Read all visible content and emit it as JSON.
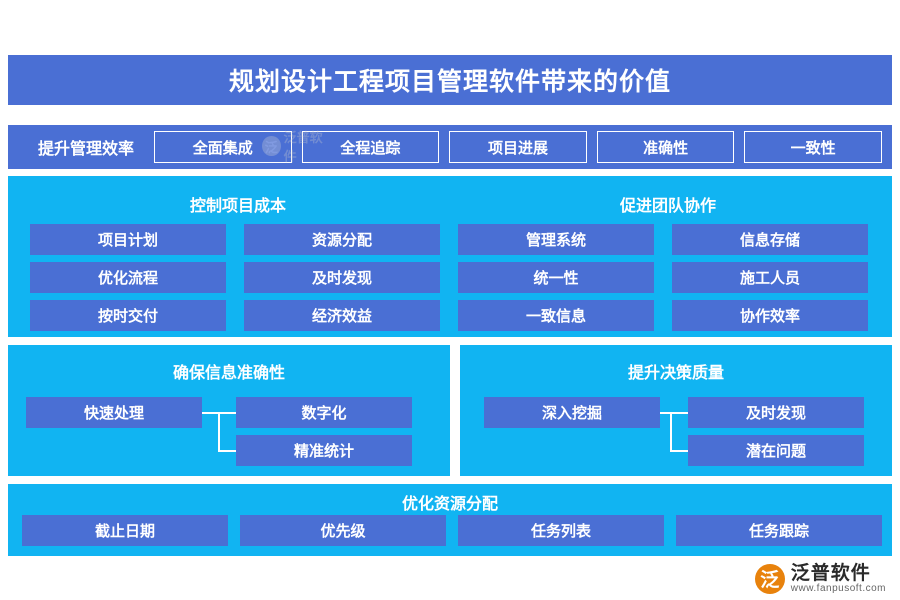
{
  "title": "规划设计工程项目管理软件带来的价值",
  "efficiency_row": {
    "label": "提升管理效率",
    "items": [
      {
        "label": "全面集成"
      },
      {
        "label": "全程追踪"
      },
      {
        "label": "项目进展"
      },
      {
        "label": "准确性"
      },
      {
        "label": "一致性"
      }
    ]
  },
  "panels": [
    {
      "id": "cost",
      "heading": "控制项目成本",
      "columns": [
        [
          "项目计划",
          "优化流程",
          "按时交付"
        ],
        [
          "资源分配",
          "及时发现",
          "经济效益"
        ]
      ]
    },
    {
      "id": "team",
      "heading": "促进团队协作",
      "columns": [
        [
          "管理系统",
          "统一性",
          "一致信息"
        ],
        [
          "信息存储",
          "施工人员",
          "协作效率"
        ]
      ]
    },
    {
      "id": "info",
      "heading": "确保信息准确性",
      "left": "快速处理",
      "right": [
        "数字化",
        "精准统计"
      ]
    },
    {
      "id": "decision",
      "heading": "提升决策质量",
      "left": "深入挖掘",
      "right": [
        "及时发现",
        "潜在问题"
      ]
    },
    {
      "id": "alloc",
      "heading": "优化资源分配",
      "items": [
        "截止日期",
        "优先级",
        "任务列表",
        "任务跟踪"
      ]
    }
  ],
  "logo": {
    "mark": "泛",
    "name_cn": "泛普软件",
    "name_en": "www.fanpusoft.com"
  },
  "colors": {
    "brand_blue": "#4a6fd4",
    "panel_cyan": "#11b4f2",
    "white": "#ffffff",
    "logo_orange": "#e8820c"
  }
}
